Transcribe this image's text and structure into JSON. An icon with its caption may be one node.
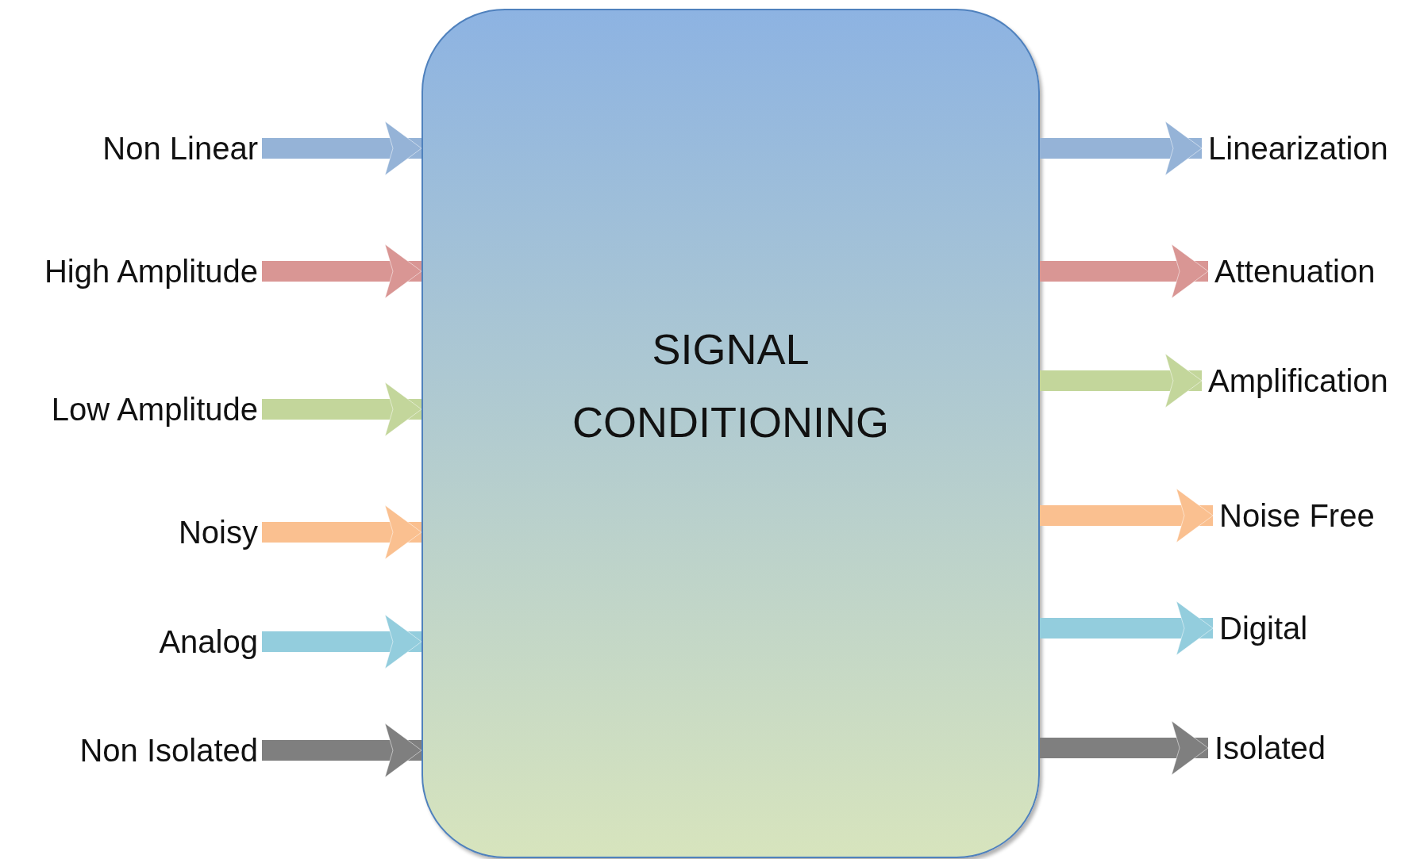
{
  "diagram": {
    "nodes": [
      {
        "text": [
          "SIGNAL CONDITIONING"
        ]
      },
      {
        "text": [
          "Non Linear"
        ]
      },
      {
        "text": [
          "High Amplitude"
        ]
      },
      {
        "text": [
          "Low Amplitude"
        ]
      },
      {
        "text": [
          "Noisy"
        ]
      },
      {
        "text": [
          "Analog"
        ]
      },
      {
        "text": [
          "Non Isolated"
        ]
      },
      {
        "text": [
          "Linearization"
        ]
      },
      {
        "text": [
          "Attenuation"
        ]
      },
      {
        "text": [
          "Amplification"
        ]
      },
      {
        "text": [
          "Noise Free"
        ]
      },
      {
        "text": [
          "Digital"
        ]
      },
      {
        "text": [
          "Isolated"
        ]
      }
    ],
    "edges": [
      {
        "from": 1,
        "to": 0,
        "arrow": "to",
        "color": "#95b3d7"
      },
      {
        "from": 2,
        "to": 0,
        "arrow": "to",
        "color": "#d99694"
      },
      {
        "from": 3,
        "to": 0,
        "arrow": "to",
        "color": "#c3d69b"
      },
      {
        "from": 4,
        "to": 0,
        "arrow": "to",
        "color": "#fac090"
      },
      {
        "from": 5,
        "to": 0,
        "arrow": "to",
        "color": "#93cddd"
      },
      {
        "from": 6,
        "to": 0,
        "arrow": "to",
        "color": "#7f7f7f"
      },
      {
        "from": 0,
        "to": 7,
        "arrow": "to",
        "color": "#95b3d7"
      },
      {
        "from": 0,
        "to": 8,
        "arrow": "to",
        "color": "#d99694"
      },
      {
        "from": 0,
        "to": 9,
        "arrow": "to",
        "color": "#c3d69b"
      },
      {
        "from": 0,
        "to": 10,
        "arrow": "to",
        "color": "#fac090"
      },
      {
        "from": 0,
        "to": 11,
        "arrow": "to",
        "color": "#93cddd"
      },
      {
        "from": 0,
        "to": 12,
        "arrow": "to",
        "color": "#7f7f7f"
      }
    ]
  }
}
